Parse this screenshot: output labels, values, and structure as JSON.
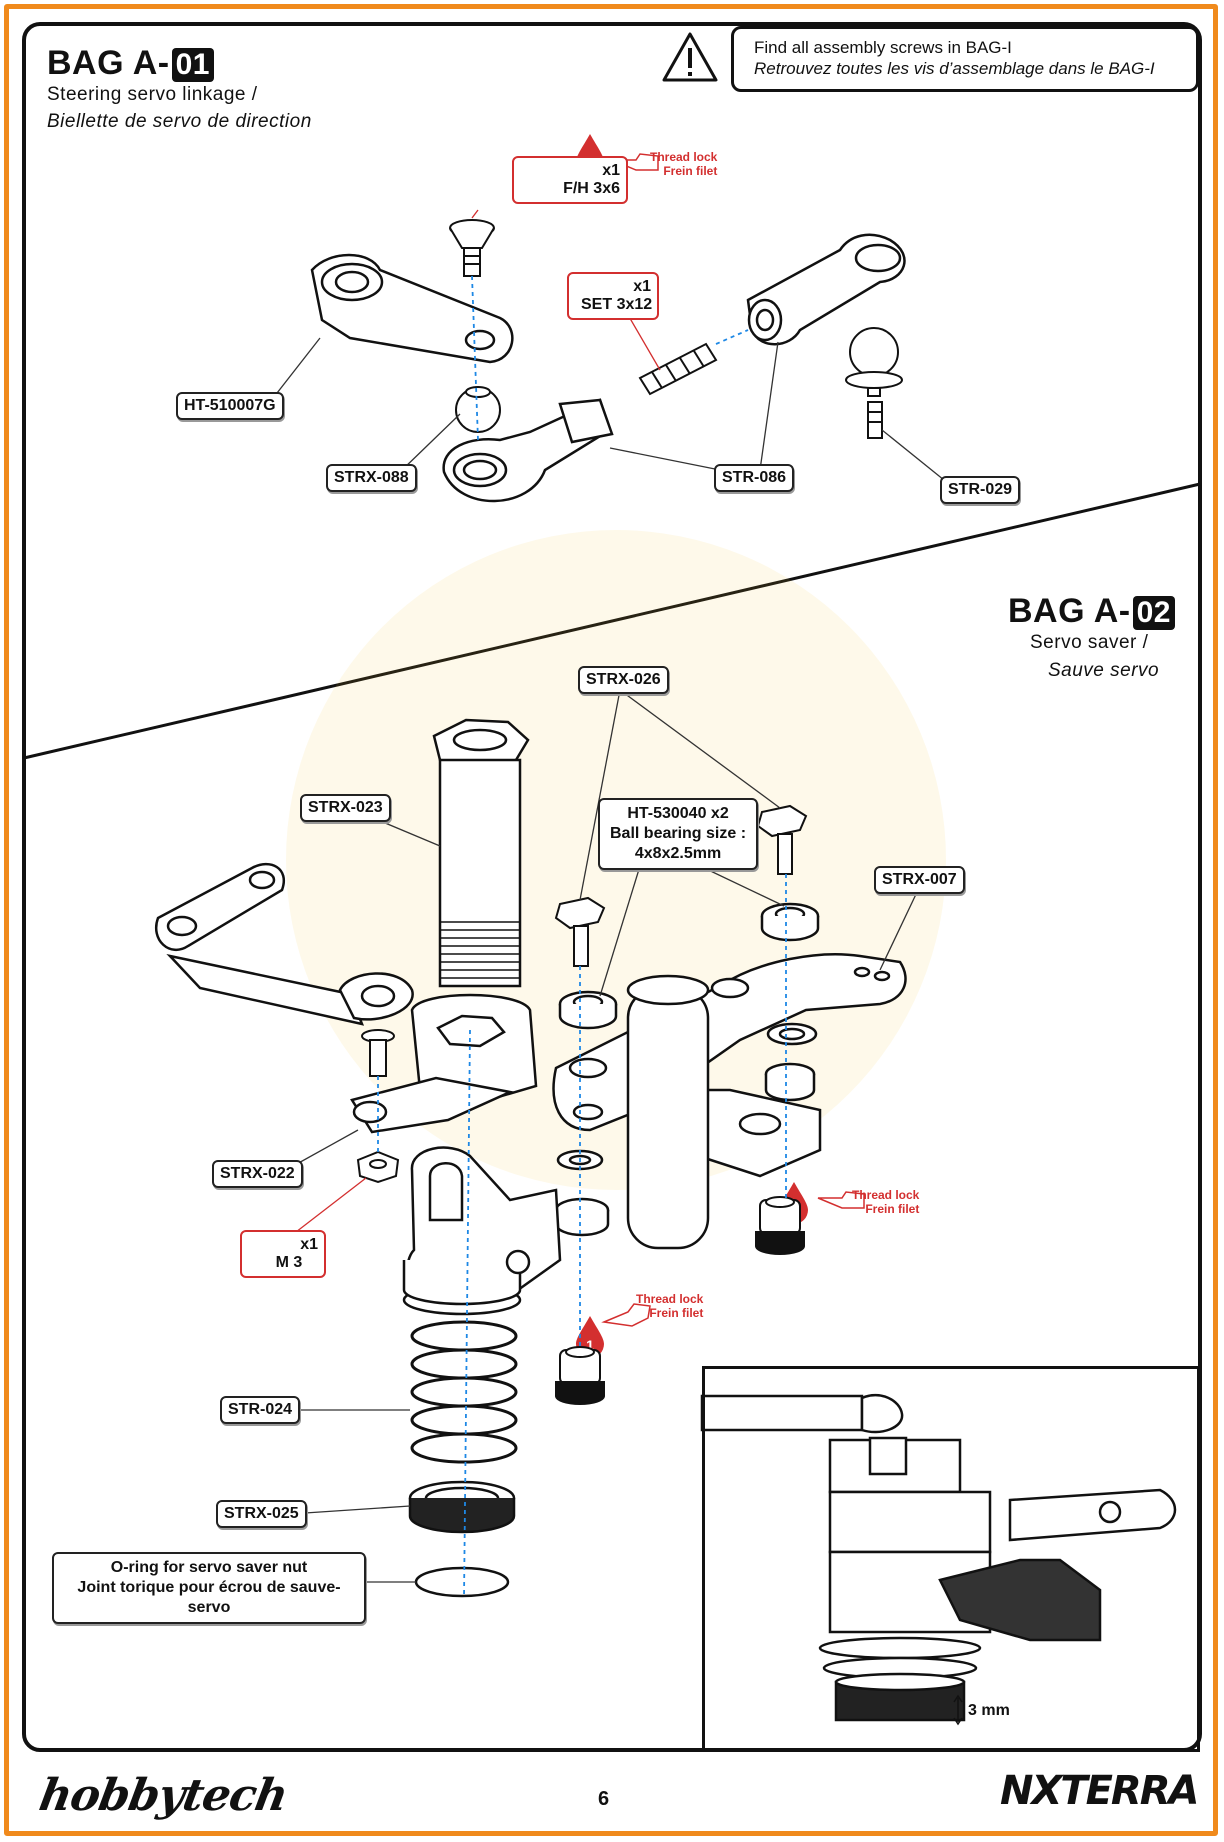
{
  "warning": {
    "line1": "Find all assembly screws in BAG-I",
    "line2": "Retrouvez toutes les vis d’assemblage dans le BAG-I"
  },
  "bag1": {
    "title": "BAG A-",
    "number": "01",
    "subtitle_en": "Steering servo linkage /",
    "subtitle_fr": "Biellette de servo de direction"
  },
  "bag2": {
    "title": "BAG A-",
    "number": "02",
    "subtitle_en": "Servo saver /",
    "subtitle_fr": "Sauve servo"
  },
  "hardware": {
    "fh_qty": "x1",
    "fh_name": "F/H 3x6",
    "set_qty": "x1",
    "set_name": "SET 3x12",
    "m3_qty": "x1",
    "m3_name": "M 3"
  },
  "threadlock": {
    "badge": "1",
    "en": "Thread lock",
    "fr": "Frein filet"
  },
  "parts_bag1": {
    "ht510007g": "HT-510007G",
    "strx088": "STRX-088",
    "str086": "STR-086",
    "str029": "STR-029"
  },
  "parts_bag2": {
    "strx026": "STRX-026",
    "strx023": "STRX-023",
    "strx007": "STRX-007",
    "strx022": "STRX-022",
    "str024": "STR-024",
    "strx025": "STRX-025"
  },
  "bearing": {
    "line1": "HT-530040   x2",
    "line2": "Ball bearing size :",
    "line3": "4x8x2.5mm"
  },
  "oring": {
    "line1": "O-ring for servo saver nut",
    "line2": "Joint torique pour écrou de sauve-servo"
  },
  "inset_dim": "3 mm",
  "footer": {
    "page": "6",
    "brand_left": "hobbytech",
    "brand_right": "NXTERRA"
  },
  "colors": {
    "accent_orange": "#f08a1c",
    "thread_red": "#d32f2f",
    "dash_blue": "#1e88e5"
  }
}
